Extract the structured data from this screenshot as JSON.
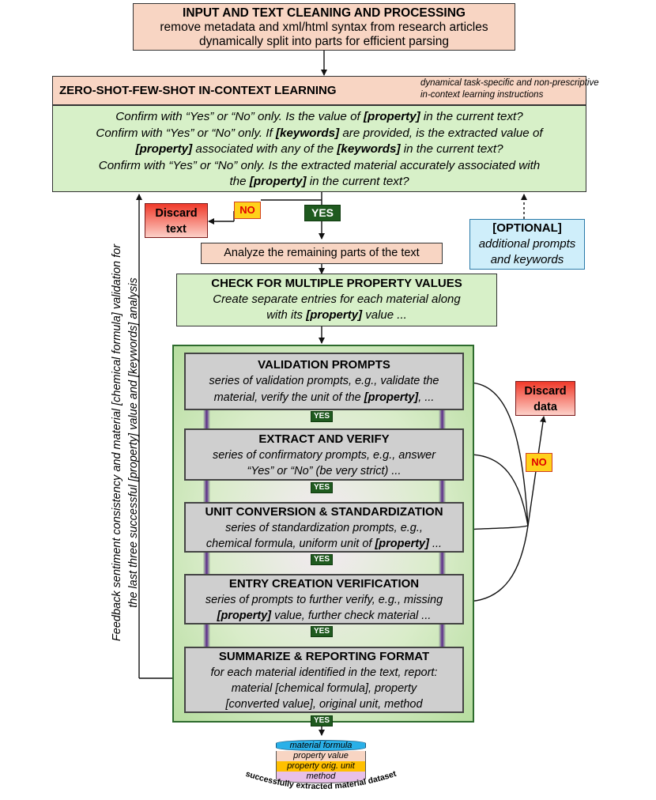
{
  "input_box": {
    "title": "INPUT AND TEXT CLEANING AND PROCESSING",
    "line1": "remove metadata and xml/html syntax from research articles",
    "line2": "dynamically split into parts for efficient parsing"
  },
  "zero_shot": {
    "title": "ZERO-SHOT-FEW-SHOT IN-CONTEXT LEARNING",
    "note_line1": "dynamical task-specific and non-prescriptive",
    "note_line2": "in-context learning instructions"
  },
  "confirm_box": {
    "l1_a": "Confirm with “Yes” or “No” only. Is the value of ",
    "l1_b": "[property]",
    "l1_c": " in the current text?",
    "l2_a": "Confirm with “Yes” or “No” only. If ",
    "l2_b": "[keywords]",
    "l2_c": " are provided, is the extracted value of",
    "l3_a": "[property]",
    "l3_b": " associated with any of the ",
    "l3_c": "[keywords]",
    "l3_d": " in the current text?",
    "l4": "Confirm with “Yes” or “No” only. Is the extracted material accurately associated with",
    "l5_a": "the ",
    "l5_b": "[property]",
    "l5_c": " in the current text?"
  },
  "discard_text": {
    "line1": "Discard",
    "line2": "text"
  },
  "no_label": "NO",
  "yes_label": "YES",
  "optional_box": {
    "title": "[OPTIONAL]",
    "line1": "additional prompts",
    "line2": "and keywords"
  },
  "analyze_box": {
    "text": "Analyze the remaining parts of the text"
  },
  "multiple_box": {
    "title": "CHECK FOR MULTIPLE PROPERTY VALUES",
    "line1": "Create separate entries for each material along",
    "line2_a": "with its ",
    "line2_b": "[property]",
    "line2_c": " value ..."
  },
  "feedback": {
    "line1": "Feedback sentiment consistency and material [chemical formula] validation for",
    "line2": "the last three successful  [property] value and [keywords] analysis"
  },
  "validation": {
    "title": "VALIDATION PROMPTS",
    "line1": "series of validation prompts, e.g., validate the",
    "line2_a": "material, verify the unit of the ",
    "line2_b": "[property]",
    "line2_c": ", ..."
  },
  "extract": {
    "title": "EXTRACT AND VERIFY",
    "line1": "series of confirmatory prompts, e.g., answer",
    "line2": "“Yes” or “No”  (be very strict) ..."
  },
  "unit": {
    "title": "UNIT CONVERSION & STANDARDIZATION",
    "line1": "series of standardization prompts, e.g.,",
    "line2_a": "chemical formula, uniform unit of ",
    "line2_b": "[property]",
    "line2_c": "  ..."
  },
  "entry": {
    "title": "ENTRY CREATION VERIFICATION",
    "line1": "series of prompts to further verify, e.g., missing",
    "line2_a": "[property]",
    "line2_b": " value, further check material  ..."
  },
  "summarize": {
    "title": "SUMMARIZE & REPORTING FORMAT",
    "line1": "for each material identified in the text, report:",
    "line2": "material [chemical formula], property",
    "line3": "[converted value], original unit, method"
  },
  "discard_data": {
    "line1": "Discard",
    "line2": "data"
  },
  "dataset": {
    "rows": [
      "material formula",
      "property value",
      "property orig. unit",
      "method"
    ],
    "caption": "successfully extracted material dataset",
    "colors": [
      "#2ab0e8",
      "#f8d5c3",
      "#ffc000",
      "#e8c0e8"
    ]
  },
  "colors": {
    "peach": "#f8d5c3",
    "green": "#d7f0c8",
    "optional": "#cfeefa",
    "yes": "#1f5a1f",
    "no": "#ffd11a",
    "discard": "#f03a2a"
  }
}
